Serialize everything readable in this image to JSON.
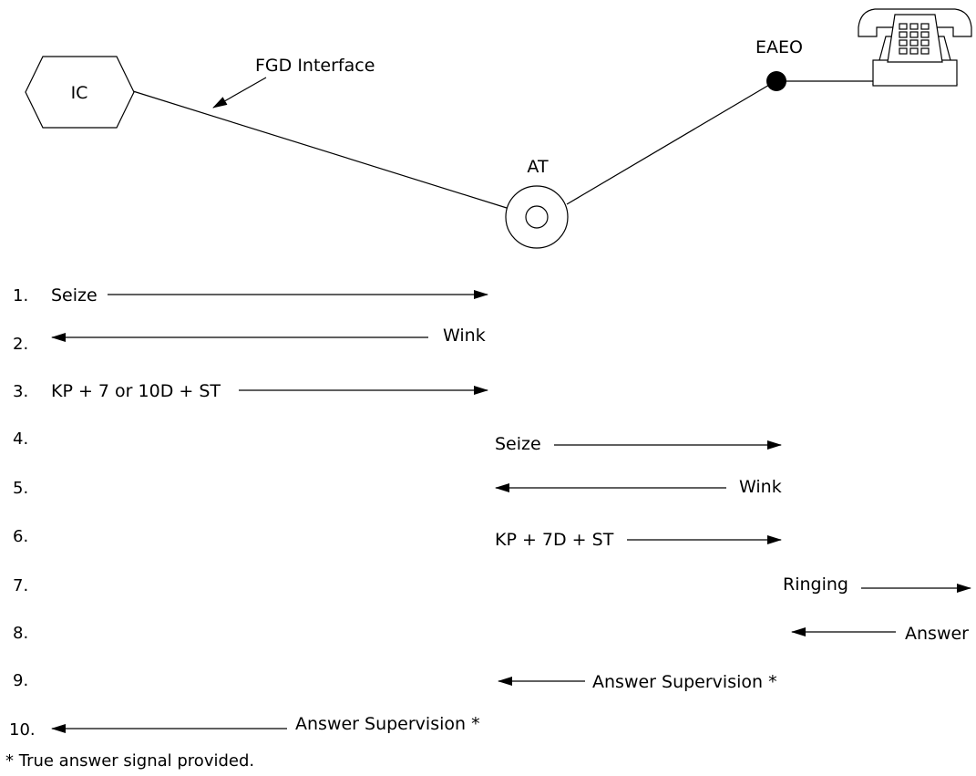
{
  "nodes": {
    "ic": "IC",
    "at": "AT",
    "eaeo": "EAEO"
  },
  "interface_label": "FGD Interface",
  "steps": [
    {
      "number": "1.",
      "text": "Seize"
    },
    {
      "number": "2.",
      "text": "Wink"
    },
    {
      "number": "3.",
      "text": "KP + 7 or 10D + ST"
    },
    {
      "number": "4.",
      "text": "Seize"
    },
    {
      "number": "5.",
      "text": "Wink"
    },
    {
      "number": "6.",
      "text": "KP + 7D + ST"
    },
    {
      "number": "7.",
      "text": "Ringing"
    },
    {
      "number": "8.",
      "text": "Answer"
    },
    {
      "number": "9.",
      "text": "Answer Supervision *"
    },
    {
      "number": "10.",
      "text": "Answer Supervision *"
    }
  ],
  "footnote": "* True answer signal provided.",
  "colors": {
    "ink": "#000000",
    "background": "#ffffff"
  },
  "icons": {
    "telephone": "telephone-icon"
  }
}
